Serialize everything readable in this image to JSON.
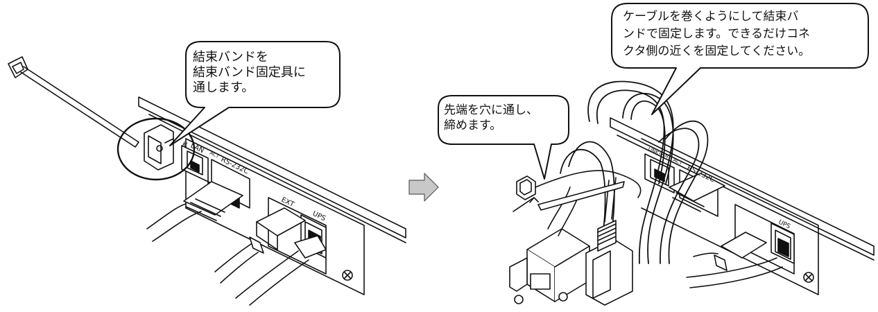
{
  "left_step": {
    "callout": {
      "lines": [
        "結束バンドを",
        "結束バンド固定具に",
        "通します。"
      ]
    },
    "port_labels": {
      "link_partial": "K",
      "lan": "LAN",
      "act": "ACT",
      "rs232c": "RS-232C",
      "ext": "EXT",
      "ups": "UPS"
    }
  },
  "arrow": {
    "icon": "right-arrow-icon"
  },
  "right_step": {
    "tip_callout": {
      "lines": [
        "先端を穴に通し、",
        "締めます。"
      ]
    },
    "cable_callout": {
      "lines": [
        "ケーブルを巻くようにして結束バ",
        "ンドで固定します。できるだけコネ",
        "クタ側の近くを固定してください。"
      ]
    },
    "port_labels": {
      "link": "LINK",
      "lan": "LAN",
      "act": "ACT",
      "rs232c": "RS-232C",
      "ups": "UPS"
    }
  },
  "colors": {
    "line": "#111111",
    "fill": "#ffffff",
    "arrow_fill": "#c8c8c8"
  }
}
